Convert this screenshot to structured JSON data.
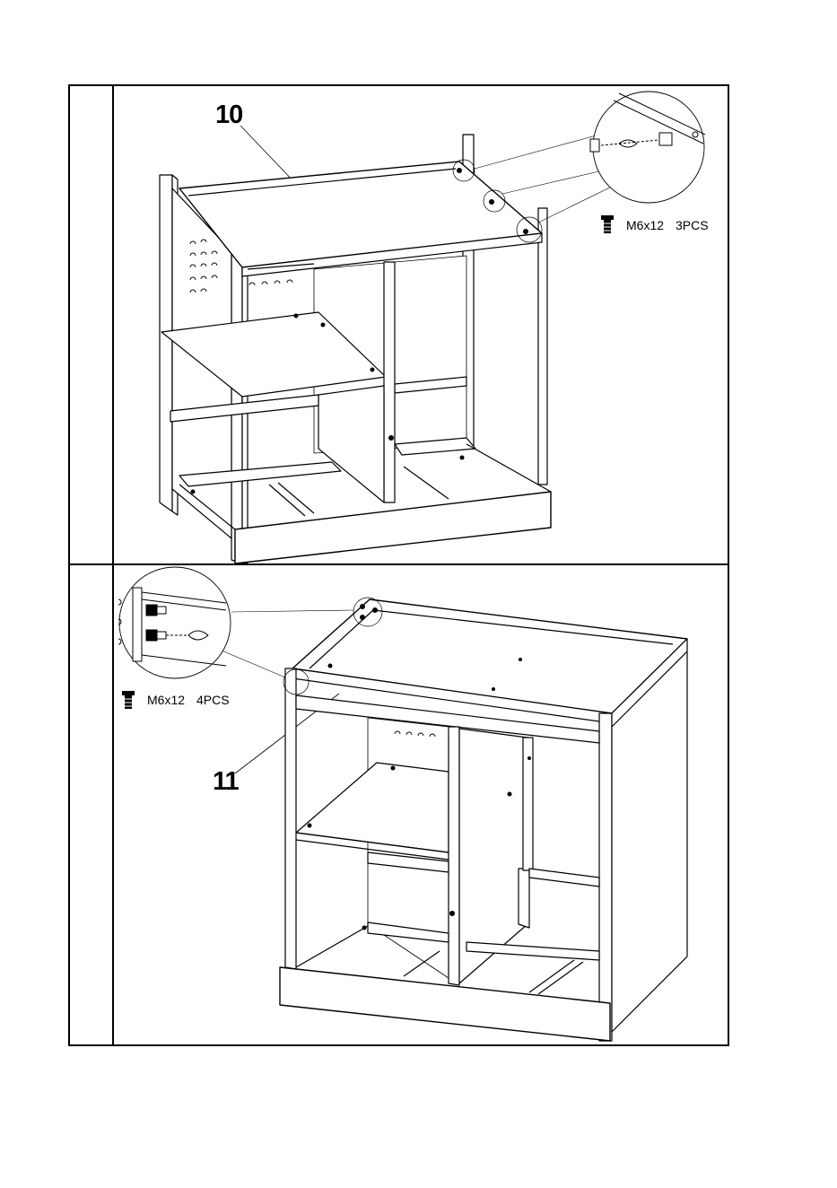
{
  "steps": [
    {
      "number": "10",
      "hardware": {
        "size": "M6x12",
        "quantity": "3PCS",
        "icon": "screw-icon"
      }
    },
    {
      "number": "11",
      "hardware": {
        "size": "M6x12",
        "quantity": "4PCS",
        "icon": "screw-icon"
      }
    }
  ]
}
